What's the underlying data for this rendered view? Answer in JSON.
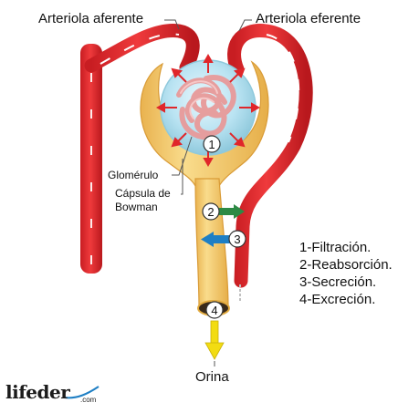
{
  "labels": {
    "afferent": "Arteriola aferente",
    "efferent": "Arteriola eferente",
    "glomerulus": "Glomérulo",
    "capsule_line1": "Cápsula de",
    "capsule_line2": "Bowman",
    "urine": "Orina"
  },
  "markers": [
    "1",
    "2",
    "3",
    "4"
  ],
  "legend": [
    "1-Filtración.",
    "2-Reabsorción.",
    "3-Secreción.",
    "4-Excreción."
  ],
  "logo": {
    "main": "lifeder",
    "suffix": ".com"
  },
  "colors": {
    "artery": "#e0262a",
    "artery_dark": "#b21a1e",
    "capsule": "#f6cf72",
    "capsule_edge": "#e2aa3e",
    "glomerulus_bg": "#b9e3f2",
    "capillary": "#e89a9a",
    "reabsorption_arrow": "#2d8a45",
    "secretion_arrow": "#1f7fc4",
    "excretion_arrow": "#f2dc12"
  }
}
